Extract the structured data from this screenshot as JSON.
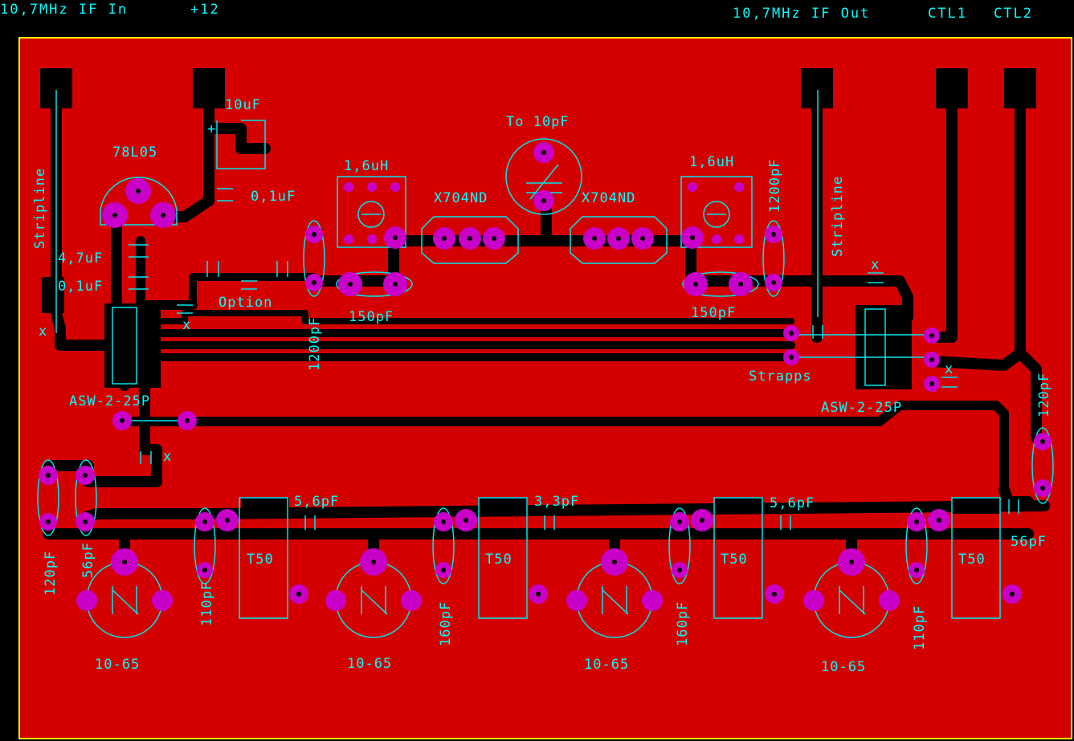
{
  "header": {
    "if_in": "10,7MHz IF In",
    "plus12": "+12",
    "if_out": "10,7MHz IF Out",
    "ctl1": "CTL1",
    "ctl2": "CTL2"
  },
  "labels": {
    "cap_10uf": "10uF",
    "reg_78l05": "78L05",
    "cap_01uf_top": "0,1uF",
    "cap_47uf": "4,7uF",
    "cap_01uf_left": "0,1uF",
    "option": "Option",
    "stripline_left": "Stripline",
    "stripline_right": "Stripline",
    "ind_left": "1,6uH",
    "ind_right": "1,6uH",
    "trimmer_top": "To 10pF",
    "x704_left": "X704ND",
    "x704_right": "X704ND",
    "cap_1200_left": "1200pF",
    "cap_1200_right": "1200pF",
    "cap_150_left": "150pF",
    "cap_150_right": "150pF",
    "strapps": "Strapps",
    "asw_left": "ASW-2-25P",
    "asw_right": "ASW-2-25P",
    "cap_120_left": "120pF",
    "cap_56_left": "56pF",
    "cap_120_right": "120pF",
    "cap_56_right": "56pF",
    "cap_110_a": "110pF",
    "cap_160_a": "160pF",
    "cap_160_b": "160pF",
    "cap_110_b": "110pF",
    "cap_56pf_a": "5,6pF",
    "cap_33pf": "3,3pF",
    "cap_56pf_b": "5,6pF",
    "t50_1": "T50",
    "t50_2": "T50",
    "t50_3": "T50",
    "t50_4": "T50",
    "trim_1": "10-65",
    "trim_2": "10-65",
    "trim_3": "10-65",
    "trim_4": "10-65",
    "x1": "x",
    "x2": "x",
    "x3": "x",
    "x4": "x",
    "x5": "x"
  },
  "colors": {
    "background": "#000000",
    "copper": "#d40000",
    "board_outline": "#ffff00",
    "silkscreen": "#00ffff",
    "pad": "#c800c8"
  }
}
